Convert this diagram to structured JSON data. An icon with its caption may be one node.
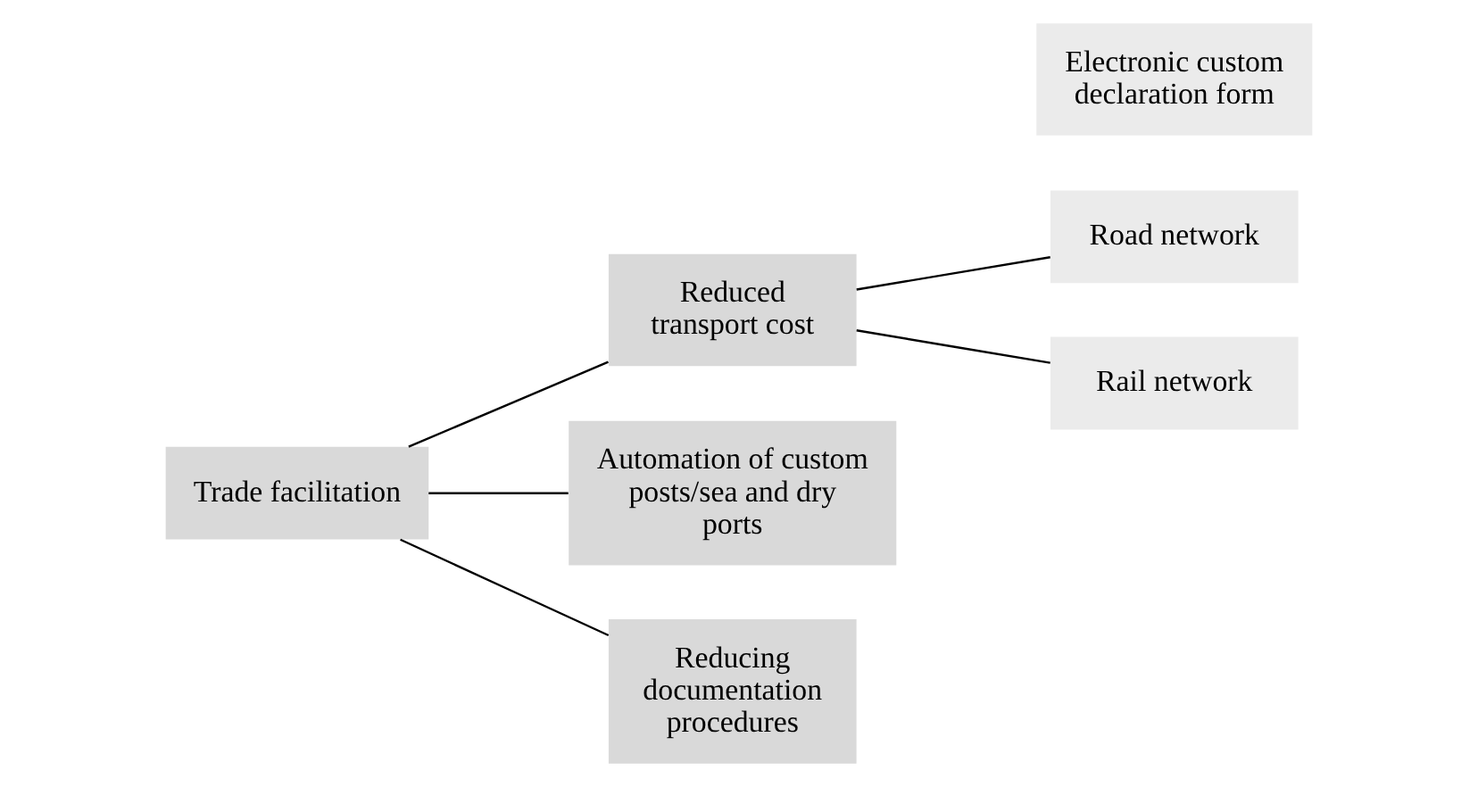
{
  "diagram": {
    "nodes": [
      {
        "text": [
          "Trade facilitation"
        ]
      },
      {
        "text": [
          "Reduced transport cost"
        ]
      },
      {
        "text": [
          "Road network"
        ]
      },
      {
        "text": [
          "Rail network"
        ]
      },
      {
        "text": [
          "Automation of custom posts/sea and dry ports"
        ]
      },
      {
        "text": [
          "Reducing documentation procedures"
        ]
      },
      {
        "text": [
          "Electronic custom declaration form"
        ]
      }
    ],
    "edges": [
      {
        "from": 0,
        "to": 1,
        "arrow": "none"
      },
      {
        "from": 1,
        "to": 2,
        "arrow": "none"
      },
      {
        "from": 1,
        "to": 3,
        "arrow": "none"
      },
      {
        "from": 0,
        "to": 4,
        "arrow": "none"
      },
      {
        "from": 0,
        "to": 5,
        "arrow": "none"
      }
    ]
  }
}
